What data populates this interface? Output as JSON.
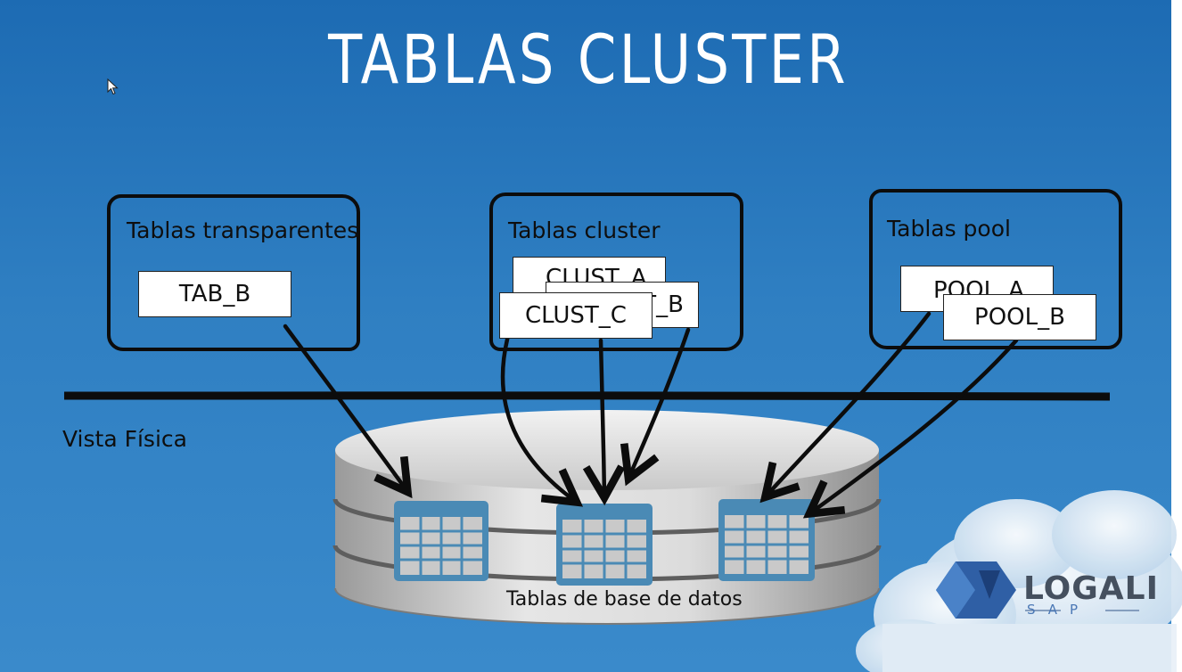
{
  "title": "TABLAS CLUSTER",
  "groups": {
    "transparent": {
      "title": "Tablas transparentes",
      "tables": [
        "TAB_B"
      ]
    },
    "cluster": {
      "title": "Tablas cluster",
      "tables": [
        "CLUST_A",
        "CLUST_B",
        "CLUST_C"
      ]
    },
    "pool": {
      "title": "Tablas pool",
      "tables": [
        "POOL_A",
        "POOL_B"
      ]
    }
  },
  "physical_view_label": "Vista Física",
  "database_label": "Tablas de base de datos",
  "logo": {
    "name": "LOGALI",
    "sub": "SAP"
  },
  "colors": {
    "background": "#2f7fc2",
    "ink": "#0c0c0c",
    "database": "#d9d9d9",
    "grid_table": "#4a8ab5"
  }
}
